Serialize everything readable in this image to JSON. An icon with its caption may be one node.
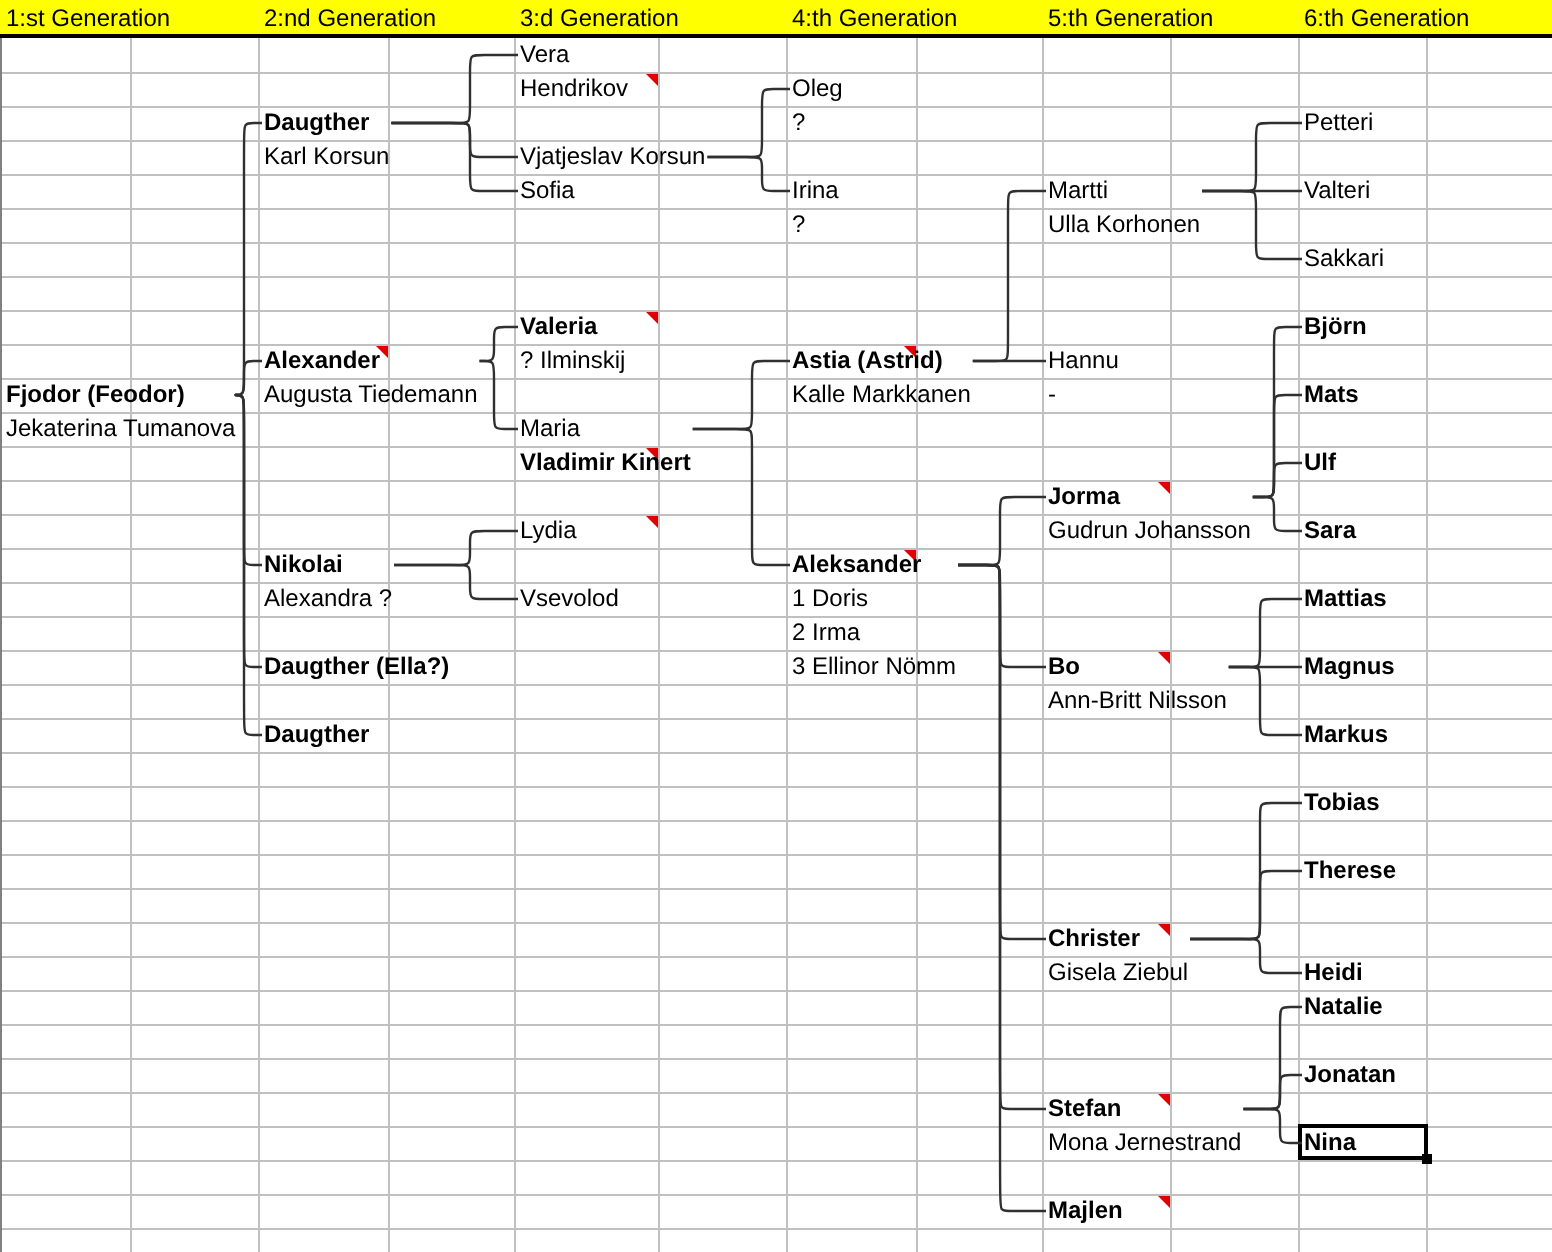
{
  "diagram": {
    "nodes": [
      {
        "text": [
          "Fjodor (Feodor)",
          "Jekaterina Tumanova"
        ]
      },
      {
        "text": [
          "Daugther",
          "Karl Korsun"
        ]
      },
      {
        "text": [
          "Alexander",
          "Augusta Tiedemann"
        ]
      },
      {
        "text": [
          "Nikolai",
          "Alexandra ?"
        ]
      },
      {
        "text": [
          "Daugther (Ella?)"
        ]
      },
      {
        "text": [
          "Daugther"
        ]
      },
      {
        "text": [
          "Vera",
          "Hendrikov"
        ]
      },
      {
        "text": [
          "Vjatjeslav Korsun"
        ]
      },
      {
        "text": [
          "Sofia"
        ]
      },
      {
        "text": [
          "Valeria",
          "? Ilminskij"
        ]
      },
      {
        "text": [
          "Maria",
          "Vladimir Kinert"
        ]
      },
      {
        "text": [
          "Lydia"
        ]
      },
      {
        "text": [
          "Vsevolod"
        ]
      },
      {
        "text": [
          "Oleg",
          "?"
        ]
      },
      {
        "text": [
          "Irina",
          "?"
        ]
      },
      {
        "text": [
          "Astia (Astrid)",
          "Kalle Markkanen"
        ]
      },
      {
        "text": [
          "Aleksander",
          "1 Doris",
          "2 Irma",
          "3 Ellinor Nömm"
        ]
      },
      {
        "text": [
          "Martti",
          "Ulla Korhonen"
        ]
      },
      {
        "text": [
          "Hannu",
          "-"
        ]
      },
      {
        "text": [
          "Jorma",
          "Gudrun Johansson"
        ]
      },
      {
        "text": [
          "Bo",
          "Ann-Britt Nilsson"
        ]
      },
      {
        "text": [
          "Christer",
          "Gisela Ziebul"
        ]
      },
      {
        "text": [
          "Stefan",
          "Mona Jernestrand"
        ]
      },
      {
        "text": [
          "Majlen"
        ]
      },
      {
        "text": [
          "Petteri"
        ]
      },
      {
        "text": [
          "Valteri"
        ]
      },
      {
        "text": [
          "Sakkari"
        ]
      },
      {
        "text": [
          "Björn"
        ]
      },
      {
        "text": [
          "Mats"
        ]
      },
      {
        "text": [
          "Ulf"
        ]
      },
      {
        "text": [
          "Sara"
        ]
      },
      {
        "text": [
          "Mattias"
        ]
      },
      {
        "text": [
          "Magnus"
        ]
      },
      {
        "text": [
          "Markus"
        ]
      },
      {
        "text": [
          "Tobias"
        ]
      },
      {
        "text": [
          "Therese"
        ]
      },
      {
        "text": [
          "Heidi"
        ]
      },
      {
        "text": [
          "Natalie"
        ]
      },
      {
        "text": [
          "Jonatan"
        ]
      },
      {
        "text": [
          "Nina"
        ]
      }
    ],
    "edges": [
      {
        "from": 0,
        "to": 1,
        "arrow": "none"
      },
      {
        "from": 0,
        "to": 2,
        "arrow": "none"
      },
      {
        "from": 0,
        "to": 3,
        "arrow": "none"
      },
      {
        "from": 0,
        "to": 4,
        "arrow": "none"
      },
      {
        "from": 0,
        "to": 5,
        "arrow": "none"
      },
      {
        "from": 1,
        "to": 6,
        "arrow": "none"
      },
      {
        "from": 1,
        "to": 7,
        "arrow": "none"
      },
      {
        "from": 1,
        "to": 8,
        "arrow": "none"
      },
      {
        "from": 2,
        "to": 9,
        "arrow": "none"
      },
      {
        "from": 2,
        "to": 10,
        "arrow": "none"
      },
      {
        "from": 3,
        "to": 11,
        "arrow": "none"
      },
      {
        "from": 3,
        "to": 12,
        "arrow": "none"
      },
      {
        "from": 7,
        "to": 13,
        "arrow": "none"
      },
      {
        "from": 7,
        "to": 14,
        "arrow": "none"
      },
      {
        "from": 10,
        "to": 15,
        "arrow": "none"
      },
      {
        "from": 10,
        "to": 16,
        "arrow": "none"
      },
      {
        "from": 15,
        "to": 17,
        "arrow": "none"
      },
      {
        "from": 15,
        "to": 18,
        "arrow": "none"
      },
      {
        "from": 16,
        "to": 19,
        "arrow": "none"
      },
      {
        "from": 16,
        "to": 20,
        "arrow": "none"
      },
      {
        "from": 16,
        "to": 21,
        "arrow": "none"
      },
      {
        "from": 16,
        "to": 22,
        "arrow": "none"
      },
      {
        "from": 16,
        "to": 23,
        "arrow": "none"
      },
      {
        "from": 17,
        "to": 24,
        "arrow": "none"
      },
      {
        "from": 17,
        "to": 25,
        "arrow": "none"
      },
      {
        "from": 17,
        "to": 26,
        "arrow": "none"
      },
      {
        "from": 19,
        "to": 27,
        "arrow": "none"
      },
      {
        "from": 19,
        "to": 28,
        "arrow": "none"
      },
      {
        "from": 19,
        "to": 29,
        "arrow": "none"
      },
      {
        "from": 19,
        "to": 30,
        "arrow": "none"
      },
      {
        "from": 20,
        "to": 31,
        "arrow": "none"
      },
      {
        "from": 20,
        "to": 32,
        "arrow": "none"
      },
      {
        "from": 20,
        "to": 33,
        "arrow": "none"
      },
      {
        "from": 21,
        "to": 34,
        "arrow": "none"
      },
      {
        "from": 21,
        "to": 35,
        "arrow": "none"
      },
      {
        "from": 21,
        "to": 36,
        "arrow": "none"
      },
      {
        "from": 22,
        "to": 37,
        "arrow": "none"
      },
      {
        "from": 22,
        "to": 38,
        "arrow": "none"
      },
      {
        "from": 22,
        "to": 39,
        "arrow": "none"
      }
    ],
    "labels": [
      "1:st Generation",
      "2:nd Generation",
      "3:d Generation",
      "4:th Generation",
      "5:th Generation",
      "6:th Generation"
    ]
  }
}
